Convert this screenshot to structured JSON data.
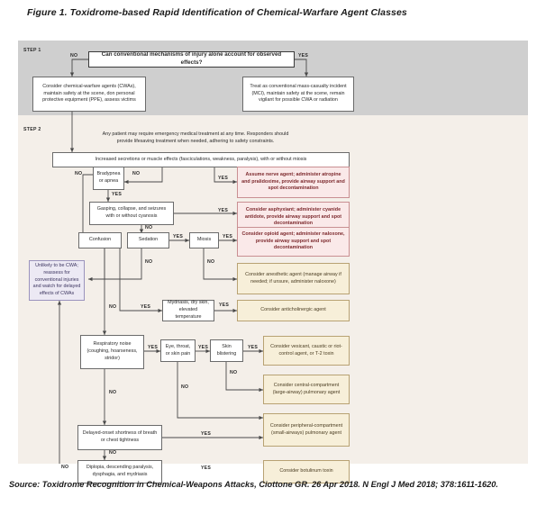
{
  "figure": {
    "title": "Figure 1. Toxidrome-based Rapid Identification of Chemical-Warfare Agent Classes",
    "source": "Source: Toxidrome Recognition in Chemical-Weapons Attacks, Ciottone GR. 26 Apr 2018. N Engl J Med 2018; 378:1611-1620."
  },
  "steps": {
    "step1_label": "STEP 1",
    "step2_label": "STEP 2"
  },
  "colors": {
    "band_step1": "#cfcfcf",
    "band_step2": "#f4efe9",
    "pink_fill": "#fae9e9",
    "pink_border": "#c98f92",
    "cream_fill": "#f7efd9",
    "cream_border": "#b8a273",
    "lavender_fill": "#ece9f4",
    "lavender_border": "#9a93bd",
    "white_fill": "#ffffff",
    "line": "#4a4a4a"
  },
  "nodes": {
    "q_conventional": "Can conventional mechanisms of injury alone account for observed effects?",
    "cwa_precautions": "Consider chemical-warfare agents (CWAs), maintain safety at the scene, don personal protective equipment (PPE), assess victims",
    "mci": "Treat as conventional mass-casualty incident (MCI), maintain safety at the scene, remain vigilant for possible CWA or radiation",
    "step2_note": "Any patient may require emergency medical treatment at any time. Responders should provide lifesaving treatment when needed, adhering to safety constraints.",
    "secretions": "Increased secretions or muscle effects (fasciculations, weakness, paralysis), with or without miosis",
    "bradypnea": "Bradypnea or apnea",
    "gasping": "Gasping, collapse, and seizures with or without cyanosis",
    "confusion": "Confusion",
    "sedation": "Sedation",
    "miosis": "Miosis",
    "unlikely_cwa": "Unlikely to be CWA; reassess for conventional injuries and watch for delayed effects of CWAs",
    "mydriasis": "Mydriasis, dry skin, elevated temperature",
    "resp_noise": "Respiratory noise (coughing, hoarseness, stridor)",
    "eye_throat": "Eye, throat, or skin pain",
    "skin_blistering": "Skin blistering",
    "delayed_onset": "Delayed-onset shortness of breath or chest tightness",
    "diplopia": "Diplopia, descending paralysis, dysphagia, and mydriasis",
    "nerve_agent": "Assume nerve agent; administer atropine and pralidoxime, provide airway support and spot decontamination",
    "asphyxiant": "Consider asphyxiant; administer cyanide antidote, provide airway support and spot decontamination",
    "opioid": "Consider opioid agent; administer naloxone, provide airway support and spot decontamination",
    "anesthetic": "Consider anesthetic agent (manage airway if needed; if unsure, administer naloxone)",
    "anticholinergic": "Consider anticholinergic agent",
    "vesicant": "Consider vesicant, caustic or riot-control agent, or T-2 toxin",
    "central_pulmonary": "Consider central-compartment (large-airway) pulmonary agent",
    "peripheral_pulmonary": "Consider peripheral-compartment (small-airways) pulmonary agent",
    "botulinum": "Consider botulinum toxin"
  },
  "edge_labels": {
    "no": "NO",
    "yes": "YES"
  }
}
